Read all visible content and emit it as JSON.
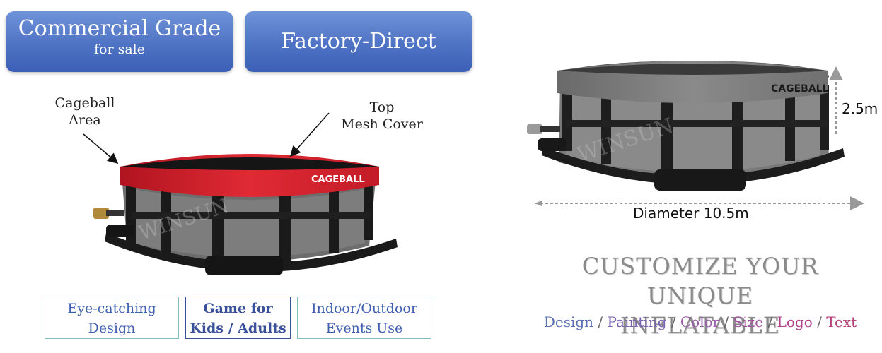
{
  "badges": {
    "commercial_title": "Commercial Grade",
    "commercial_sub": "for sale",
    "factory": "Factory-Direct"
  },
  "callouts": {
    "cageball_line1": "Cageball",
    "cageball_line2": "Area",
    "top_line1": "Top",
    "top_line2": "Mesh Cover"
  },
  "product": {
    "brand_label": "CAGEBALL",
    "watermark": "WINSUN",
    "colors": {
      "ring_left": "#d81f2b",
      "ring_right": "#5a5a5a",
      "frame": "#1a1a1a"
    }
  },
  "features": {
    "f1_line1": "Eye-catching",
    "f1_line2": "Design",
    "f2_line1": "Game for",
    "f2_line2": "Kids / Adults",
    "f3_line1": "Indoor/Outdoor",
    "f3_line2": "Events Use"
  },
  "dimensions": {
    "height": "2.5m",
    "diameter": "Diameter 10.5m"
  },
  "customize": {
    "title_line1": "CUSTOMIZE YOUR UNIQUE",
    "title_line2": "INFLATABLE",
    "options": [
      {
        "label": "Design",
        "color": "#5b6fb5"
      },
      {
        "label": "Painting",
        "color": "#7a63b0"
      },
      {
        "label": "Color",
        "color": "#9a5ca8"
      },
      {
        "label": "Size",
        "color": "#a1559c"
      },
      {
        "label": "Logo",
        "color": "#b0418a"
      },
      {
        "label": "Text",
        "color": "#b5407a"
      }
    ]
  }
}
